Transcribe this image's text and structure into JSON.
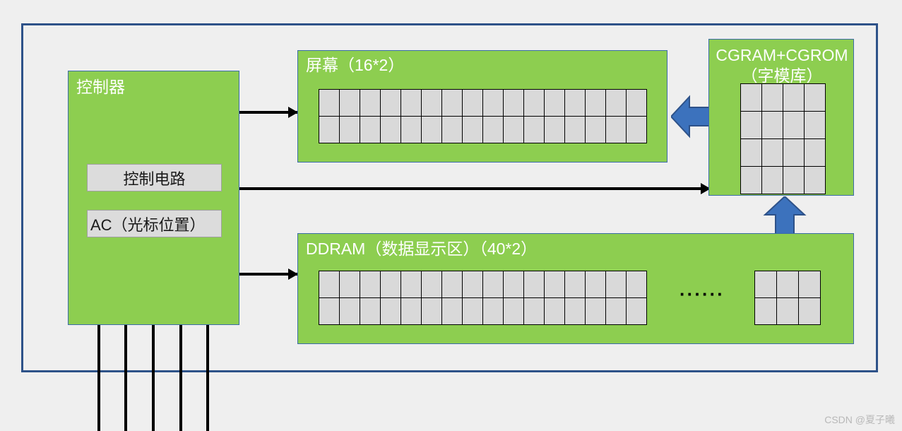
{
  "diagram": {
    "title_watermark": "CSDN @夏子曦",
    "colors": {
      "panel_green": "#8DCE50",
      "frame_blue": "#2E5289",
      "arrow_blue": "#3C72BD",
      "cell_grey": "#D9D9D9",
      "inner_box_grey": "#DCDCDC",
      "background": "#EFEFEF"
    },
    "controller": {
      "title": "控制器",
      "control_circuit_label": "控制电路",
      "ac_label": "AC（光标位置）"
    },
    "screen": {
      "title": "屏幕（16*2）",
      "grid_cols": 16,
      "grid_rows": 2
    },
    "cgram": {
      "title": "CGRAM+CGROM\n（字模库）",
      "grid_cols": 4,
      "grid_rows": 4
    },
    "ddram": {
      "title": "DDRAM（数据显示区）（40*2）",
      "grid_cols": 16,
      "grid_rows": 2,
      "ellipsis": "······",
      "tail_grid_cols": 3,
      "tail_grid_rows": 2
    },
    "arrows": {
      "ctrl_to_screen": "arrow-right-thin",
      "ctrl_to_cgram": "arrow-right-thin-long",
      "ctrl_to_ddram": "arrow-right-thin",
      "cgram_to_screen": "block-arrow-left",
      "ddram_to_cgram": "block-arrow-up"
    },
    "bus_lines": 5
  }
}
